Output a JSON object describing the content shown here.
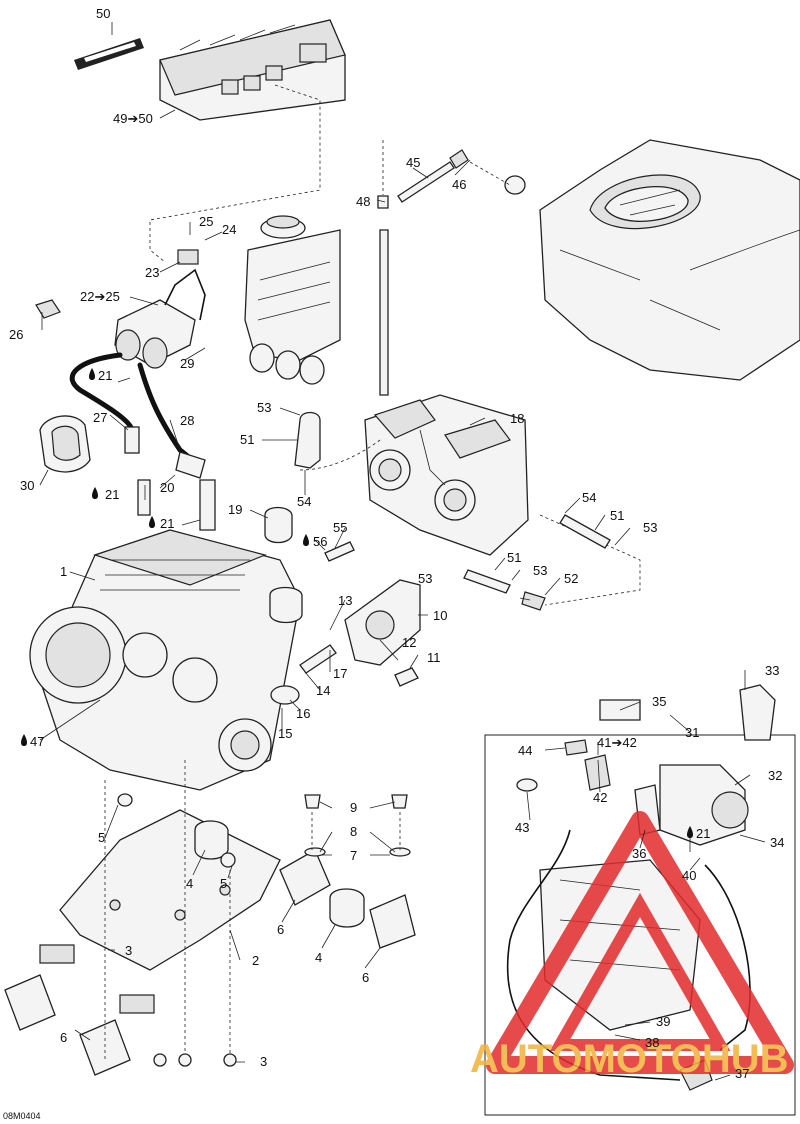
{
  "labels": {
    "p50": "50",
    "p49": "49➔50",
    "p45": "45",
    "p46": "46",
    "p48": "48",
    "p25": "25",
    "p24": "24",
    "p23": "23",
    "p2225": "22➔25",
    "p26": "26",
    "p29": "29",
    "p21a": "21",
    "p27": "27",
    "p28": "28",
    "p30": "30",
    "p18": "18",
    "p53a": "53",
    "p51a": "51",
    "p54a": "54",
    "p21b": "21",
    "p20": "20",
    "p21c": "21",
    "p19": "19",
    "p56": "56",
    "p55": "55",
    "p54b": "54",
    "p51b": "51",
    "p53b": "53",
    "p1": "1",
    "p13": "13",
    "p10": "10",
    "p51c": "51",
    "p53c": "53",
    "p53d": "53",
    "p52": "52",
    "p12": "12",
    "p11": "11",
    "p17": "17",
    "p14": "14",
    "p16": "16",
    "p15": "15",
    "p47": "47",
    "p33": "33",
    "p35": "35",
    "p31": "31",
    "p44": "44",
    "p4142": "41➔42",
    "p32": "32",
    "p42": "42",
    "p43": "43",
    "p36": "36",
    "p21d": "21",
    "p34": "34",
    "p40": "40",
    "p9": "9",
    "p8": "8",
    "p7": "7",
    "p5a": "5",
    "p4a": "4",
    "p5b": "5",
    "p6a": "6",
    "p4b": "4",
    "p6b": "6",
    "p3a": "3",
    "p2": "2",
    "p6c": "6",
    "p39": "39",
    "p38": "38",
    "p37": "37",
    "p3b": "3"
  },
  "reference_code": "08M0404",
  "watermark": {
    "text": "AUTOMOTOHUB",
    "colors": {
      "triangle": "#e32b2b",
      "text": "#f0b23a"
    }
  },
  "icons": {
    "lubricant": "oil-drop-icon"
  }
}
